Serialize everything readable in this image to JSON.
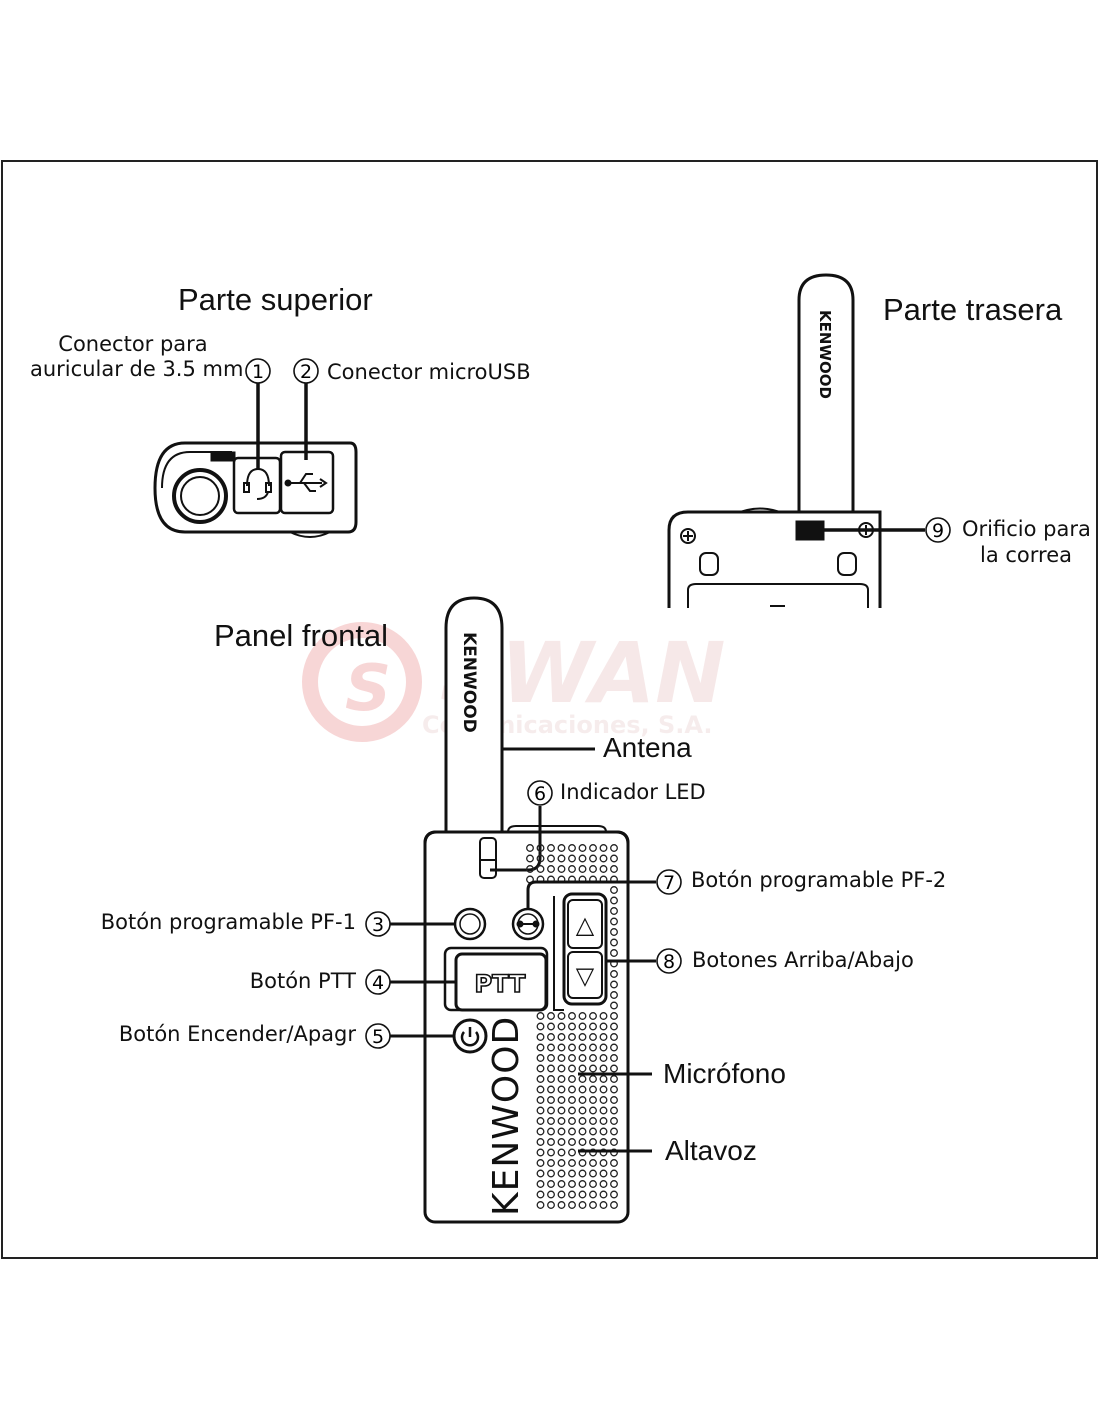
{
  "sections": {
    "top_title": "Parte superior",
    "back_title": "Parte trasera",
    "front_title": "Panel frontal"
  },
  "callouts": [
    {
      "number": "1",
      "label": "Conector para auricular de 3.5 mm"
    },
    {
      "number": "2",
      "label": "Conector microUSB"
    },
    {
      "number": "3",
      "label": "Botón programable PF-1"
    },
    {
      "number": "4",
      "label": "Botón PTT"
    },
    {
      "number": "5",
      "label": "Botón Encender/Apagr"
    },
    {
      "number": "6",
      "label": "Indicador LED"
    },
    {
      "number": "7",
      "label": "Botón programable PF-2"
    },
    {
      "number": "8",
      "label": "Botones Arriba/Abajo"
    },
    {
      "number": "9",
      "label": "Orificio para la correa"
    }
  ],
  "callout_lines": {
    "c1_line1": "Conector para",
    "c1_line2": "auricular de 3.5 mm",
    "c9_line1": "Orificio para",
    "c9_line2": "la correa"
  },
  "plain_labels": {
    "antenna": "Antena",
    "microphone": "Micrófono",
    "speaker": "Altavoz"
  },
  "device": {
    "brand": "KENWOOD",
    "ptt_label": "PTT",
    "up_symbol": "△",
    "down_symbol": "▽"
  },
  "watermark": {
    "brand": "SWAN",
    "subtitle": "Comunicaciones, S.A."
  },
  "icons": [
    "headset-icon",
    "usb-icon",
    "power-icon",
    "up-arrow-icon",
    "down-arrow-icon",
    "screw-icon"
  ],
  "colors": {
    "line": "#111111",
    "watermark": "#f2c9c9"
  }
}
